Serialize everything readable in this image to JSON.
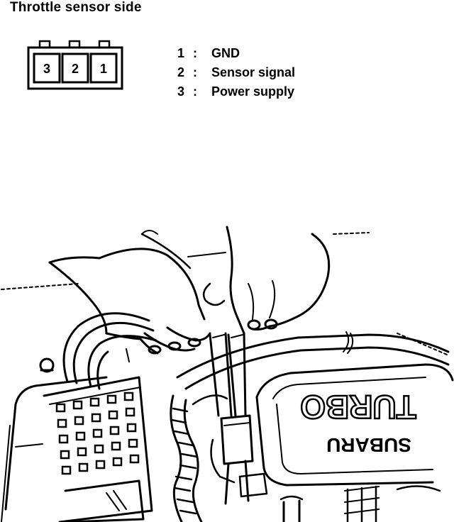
{
  "caption": "Throttle sensor side",
  "connector": {
    "pins": [
      "3",
      "2",
      "1"
    ]
  },
  "pin_legend": [
    {
      "pin": "1",
      "sep": ":",
      "label": "GND"
    },
    {
      "pin": "2",
      "sep": ":",
      "label": "Sensor signal"
    },
    {
      "pin": "3",
      "sep": ":",
      "label": "Power supply"
    }
  ],
  "engine_cover": {
    "large_text": "TURBO",
    "small_text": "SUBARU"
  }
}
